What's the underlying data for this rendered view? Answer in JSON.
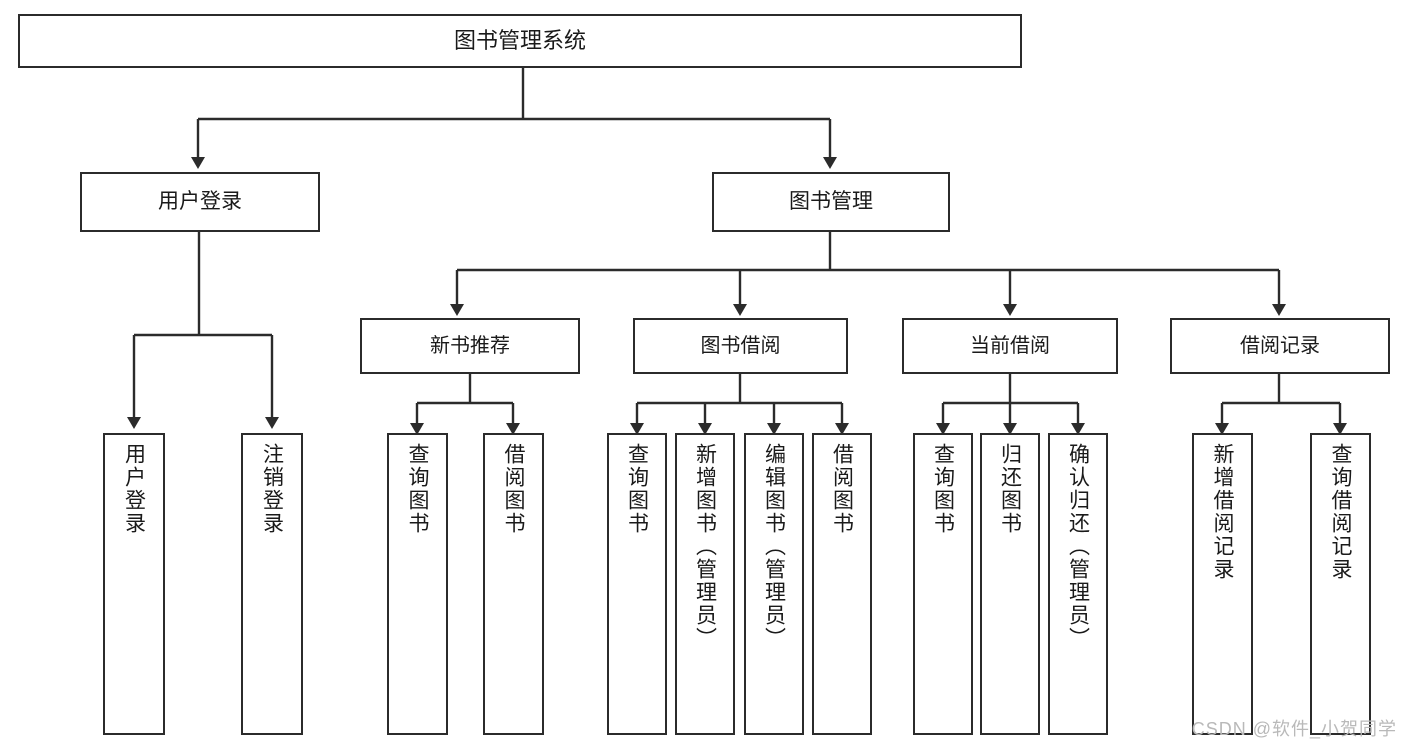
{
  "diagram": {
    "title": "图书管理系统",
    "type": "tree",
    "stroke_color": "#2b2b2b",
    "background_color": "#ffffff",
    "root": {
      "label": "图书管理系统"
    },
    "level1": [
      {
        "label": "用户登录"
      },
      {
        "label": "图书管理"
      }
    ],
    "level2": [
      {
        "label": "新书推荐"
      },
      {
        "label": "图书借阅"
      },
      {
        "label": "当前借阅"
      },
      {
        "label": "借阅记录"
      }
    ],
    "leaves_user_login": [
      {
        "label": "用户登录"
      },
      {
        "label": "注销登录"
      }
    ],
    "leaves_new_book": [
      {
        "label": "查询图书"
      },
      {
        "label": "借阅图书"
      }
    ],
    "leaves_borrow": [
      {
        "label": "查询图书"
      },
      {
        "label": "新增图书（管理员）"
      },
      {
        "label": "编辑图书（管理员）"
      },
      {
        "label": "借阅图书"
      }
    ],
    "leaves_current": [
      {
        "label": "查询图书"
      },
      {
        "label": "归还图书"
      },
      {
        "label": "确认归还（管理员）"
      }
    ],
    "leaves_records": [
      {
        "label": "新增借阅记录"
      },
      {
        "label": "查询借阅记录"
      }
    ]
  },
  "watermark": {
    "text": "CSDN @软件_小贺同学"
  }
}
